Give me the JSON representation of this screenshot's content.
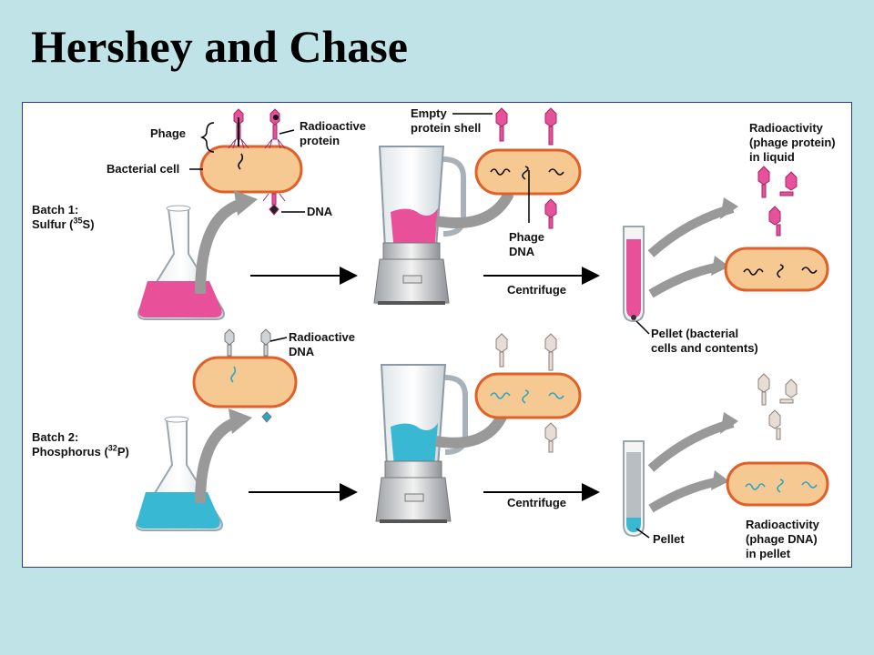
{
  "title": "Hershey and Chase",
  "colors": {
    "background": "#bfe3e7",
    "panel_border": "#2b3a9a",
    "cell_fill": "#f6c892",
    "cell_edge": "#e0602a",
    "sulfur_liquid": "#e8509a",
    "phosphorus_liquid": "#38b8d2",
    "arrow": "#999999"
  },
  "labels": {
    "phage": "Phage",
    "radioactive_protein": [
      "Radioactive",
      "protein"
    ],
    "bacterial_cell": "Bacterial cell",
    "dna": "DNA",
    "empty_shell": [
      "Empty",
      "protein shell"
    ],
    "phage_dna": [
      "Phage",
      "DNA"
    ],
    "radioactivity_protein": [
      "Radioactivity",
      "(phage protein)",
      "in liquid"
    ],
    "batch1": {
      "line1": "Batch 1:",
      "element": "Sulfur",
      "mass": "35",
      "symbol": "S"
    },
    "centrifuge_top": "Centrifuge",
    "pellet_bacterial": [
      "Pellet (bacterial",
      "cells and contents)"
    ],
    "radioactive_dna": [
      "Radioactive",
      "DNA"
    ],
    "batch2": {
      "line1": "Batch 2:",
      "element": "Phosphorus",
      "mass": "32",
      "symbol": "P"
    },
    "centrifuge_bottom": "Centrifuge",
    "pellet": "Pellet",
    "radioactivity_dna": [
      "Radioactivity",
      "(phage DNA)",
      "in pellet"
    ]
  }
}
